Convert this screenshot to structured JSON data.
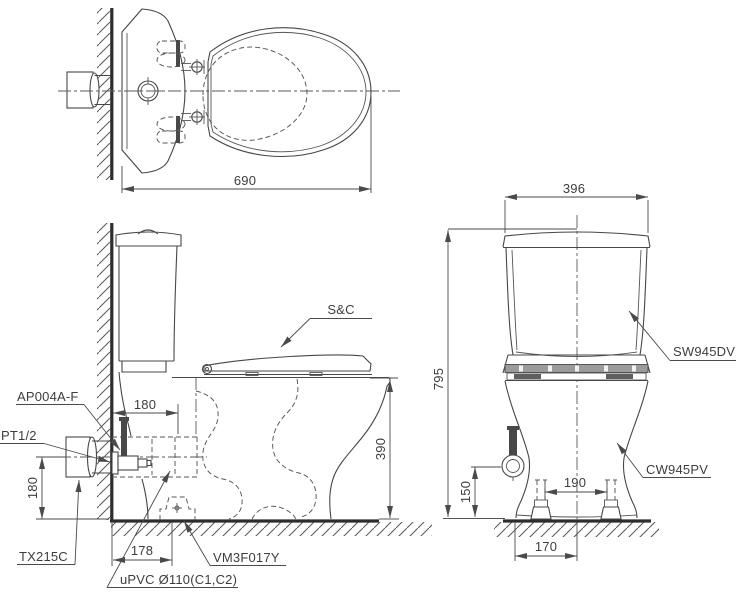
{
  "style": {
    "ink_color": "#3d3d3d",
    "paper_color": "#ffffff"
  },
  "top_view": {
    "dims": {
      "overall_depth": "690"
    }
  },
  "side_view": {
    "labels": {
      "seat_cover": "S&C",
      "supply_hose": "AP004A-F",
      "thread": "PT1/2",
      "stop_valve": "TX215C",
      "drain_pipe": "uPVC Ø110(C1,C2)",
      "floor_flange": "VM3F017Y"
    },
    "dims": {
      "wall_to_hub": "180",
      "drain_height": "180",
      "rim_height": "390",
      "wall_to_outlet": "178"
    }
  },
  "front_view": {
    "labels": {
      "tank": "SW945DV",
      "bowl": "CW945PV"
    },
    "dims": {
      "tank_width": "396",
      "overall_height": "795",
      "valve_height": "150",
      "bolt_spacing": "190",
      "outlet_offset": "170"
    }
  }
}
